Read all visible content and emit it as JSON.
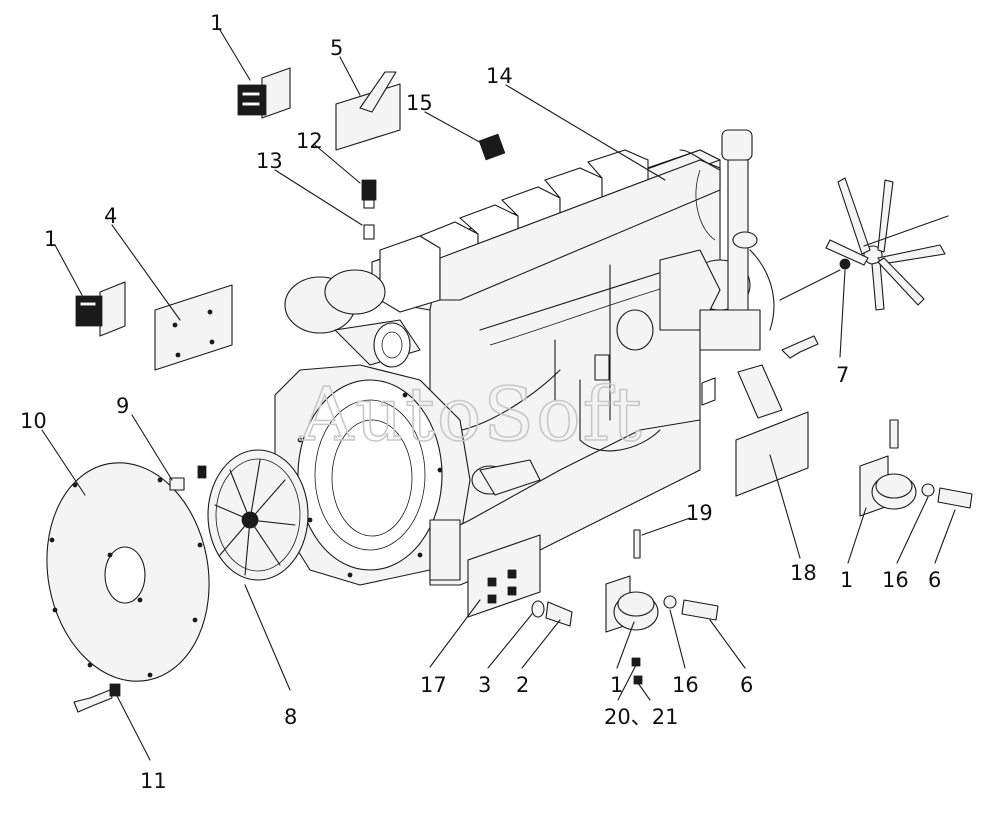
{
  "watermark": "AutoSoft",
  "labels": [
    {
      "id": "lbl-1-top",
      "text": "1"
    },
    {
      "id": "lbl-5",
      "text": "5"
    },
    {
      "id": "lbl-14",
      "text": "14"
    },
    {
      "id": "lbl-15",
      "text": "15"
    },
    {
      "id": "lbl-12",
      "text": "12"
    },
    {
      "id": "lbl-13",
      "text": "13"
    },
    {
      "id": "lbl-4",
      "text": "4"
    },
    {
      "id": "lbl-1-left",
      "text": "1"
    },
    {
      "id": "lbl-7",
      "text": "7"
    },
    {
      "id": "lbl-9",
      "text": "9"
    },
    {
      "id": "lbl-10",
      "text": "10"
    },
    {
      "id": "lbl-19",
      "text": "19"
    },
    {
      "id": "lbl-18",
      "text": "18"
    },
    {
      "id": "lbl-1-right",
      "text": "1"
    },
    {
      "id": "lbl-16-right",
      "text": "16"
    },
    {
      "id": "lbl-6-right",
      "text": "6"
    },
    {
      "id": "lbl-17",
      "text": "17"
    },
    {
      "id": "lbl-3",
      "text": "3"
    },
    {
      "id": "lbl-2",
      "text": "2"
    },
    {
      "id": "lbl-1-bottom",
      "text": "1"
    },
    {
      "id": "lbl-16-bottom",
      "text": "16"
    },
    {
      "id": "lbl-6-bottom",
      "text": "6"
    },
    {
      "id": "lbl-20-21",
      "text": "20、21"
    },
    {
      "id": "lbl-8",
      "text": "8"
    },
    {
      "id": "lbl-11",
      "text": "11"
    }
  ]
}
